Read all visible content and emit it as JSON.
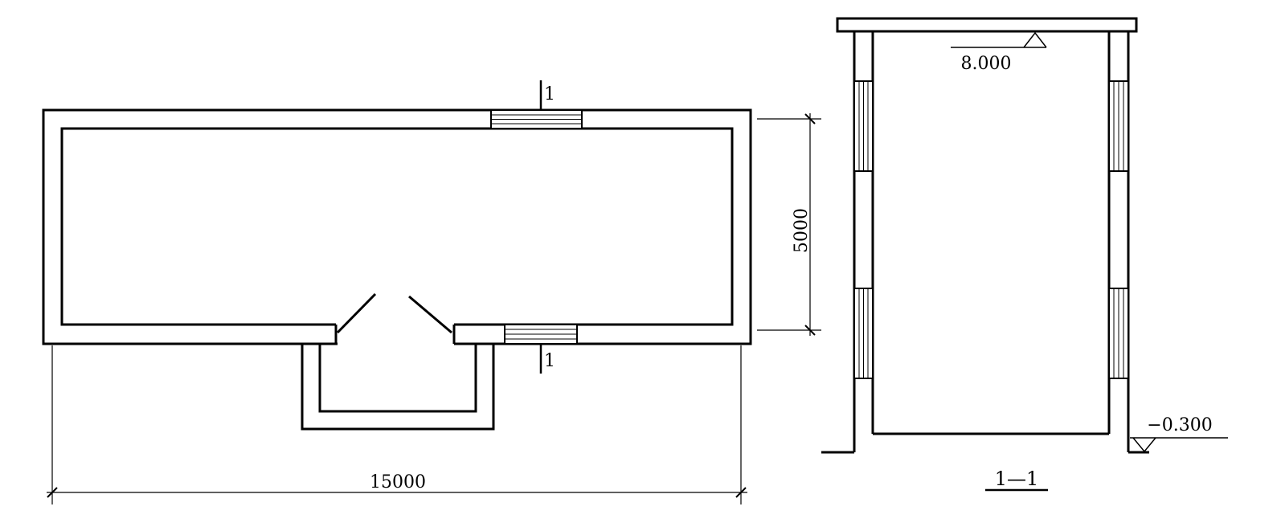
{
  "plan": {
    "section_mark_top": "1",
    "section_mark_bottom": "1",
    "dim_width": "15000",
    "dim_height": "5000"
  },
  "section": {
    "title": "1—1",
    "elev_top": "8.000",
    "elev_bottom": "−0.300"
  },
  "colors": {
    "line": "#000000",
    "background": "#ffffff"
  }
}
